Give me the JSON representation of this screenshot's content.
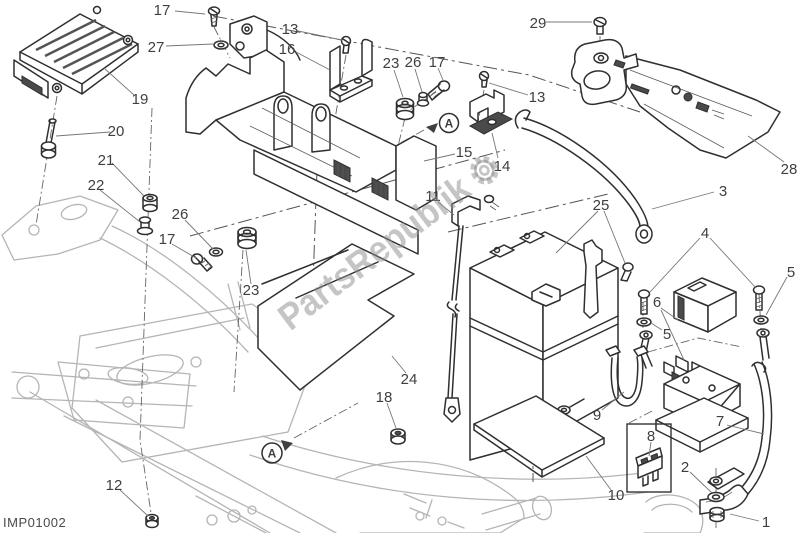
{
  "diagram": {
    "code": "IMP01002",
    "watermark_text": "PartsRepublik",
    "detail_marker_label": "A",
    "line_color": "#2f2f2f",
    "frame_color": "#b5b5b5",
    "label_color": "#3f3f3f",
    "watermark_color": "#8c8c8c"
  },
  "callouts": [
    {
      "label": "17"
    },
    {
      "label": "27"
    },
    {
      "label": "19"
    },
    {
      "label": "20"
    },
    {
      "label": "21"
    },
    {
      "label": "22"
    },
    {
      "label": "26"
    },
    {
      "label": "17"
    },
    {
      "label": "23"
    },
    {
      "label": "12"
    },
    {
      "label": "13"
    },
    {
      "label": "16"
    },
    {
      "label": "23"
    },
    {
      "label": "26"
    },
    {
      "label": "17"
    },
    {
      "label": "15"
    },
    {
      "label": "14"
    },
    {
      "label": "11"
    },
    {
      "label": "24"
    },
    {
      "label": "18"
    },
    {
      "label": "29"
    },
    {
      "label": "13"
    },
    {
      "label": "28"
    },
    {
      "label": "3"
    },
    {
      "label": "25"
    },
    {
      "label": "4"
    },
    {
      "label": "5"
    },
    {
      "label": "6"
    },
    {
      "label": "5"
    },
    {
      "label": "9"
    },
    {
      "label": "8"
    },
    {
      "label": "7"
    },
    {
      "label": "2"
    },
    {
      "label": "10"
    },
    {
      "label": "1"
    }
  ]
}
